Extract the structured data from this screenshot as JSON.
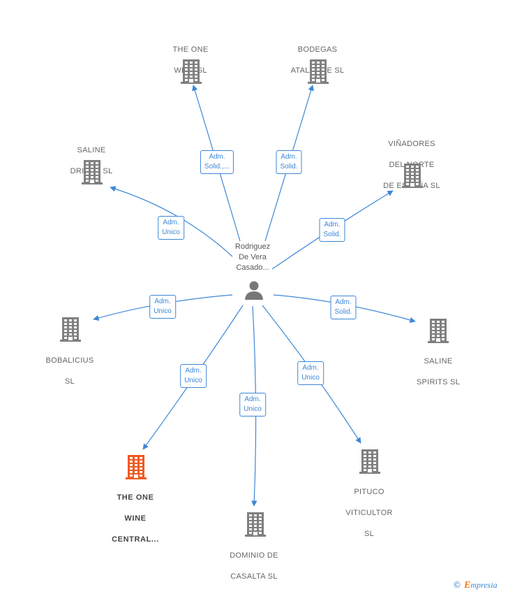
{
  "person": {
    "name_line1": "Rodriguez",
    "name_line2": "De Vera",
    "name_line3": "Casado..."
  },
  "colors": {
    "edge": "#3d87d6",
    "node": "#808080",
    "highlight": "#f05a23"
  },
  "companies": [
    {
      "id": "the-one-wine-sl",
      "line1": "THE ONE",
      "line2": "WINE  SL",
      "line3": "",
      "highlight": false
    },
    {
      "id": "bodegas-atalaque-sl",
      "line1": "BODEGAS",
      "line2": "ATALAQUE  SL",
      "line3": "",
      "highlight": false
    },
    {
      "id": "saline-drinks-sl",
      "line1": "SALINE",
      "line2": "DRINKS  SL",
      "line3": "",
      "highlight": false
    },
    {
      "id": "vinadores-del-norte",
      "line1": "VIÑADORES",
      "line2": "DEL NORTE",
      "line3": "DE ESPAÑA  SL",
      "highlight": false
    },
    {
      "id": "bobalicius-sl",
      "line1": "BOBALICIUS",
      "line2": "SL",
      "line3": "",
      "highlight": false
    },
    {
      "id": "saline-spirits-sl",
      "line1": "SALINE",
      "line2": "SPIRITS  SL",
      "line3": "",
      "highlight": false
    },
    {
      "id": "the-one-wine-central",
      "line1": "THE ONE",
      "line2": "WINE",
      "line3": "CENTRAL...",
      "highlight": true
    },
    {
      "id": "dominio-de-casalta-sl",
      "line1": "DOMINIO DE",
      "line2": "CASALTA SL",
      "line3": "",
      "highlight": false
    },
    {
      "id": "pituco-viticultor-sl",
      "line1": "PITUCO",
      "line2": "VITICULTOR",
      "line3": "SL",
      "highlight": false
    }
  ],
  "relations": [
    {
      "line1": "Adm.",
      "line2": "Solid.,..."
    },
    {
      "line1": "Adm.",
      "line2": "Solid."
    },
    {
      "line1": "Adm.",
      "line2": "Unico"
    },
    {
      "line1": "Adm.",
      "line2": "Solid."
    },
    {
      "line1": "Adm.",
      "line2": "Unico"
    },
    {
      "line1": "Adm.",
      "line2": "Solid."
    },
    {
      "line1": "Adm.",
      "line2": "Unico"
    },
    {
      "line1": "Adm.",
      "line2": "Unico"
    },
    {
      "line1": "Adm.",
      "line2": "Unico"
    }
  ],
  "footer": {
    "copyright": "©",
    "brand_initial": "E",
    "brand_rest": "mpresia"
  }
}
